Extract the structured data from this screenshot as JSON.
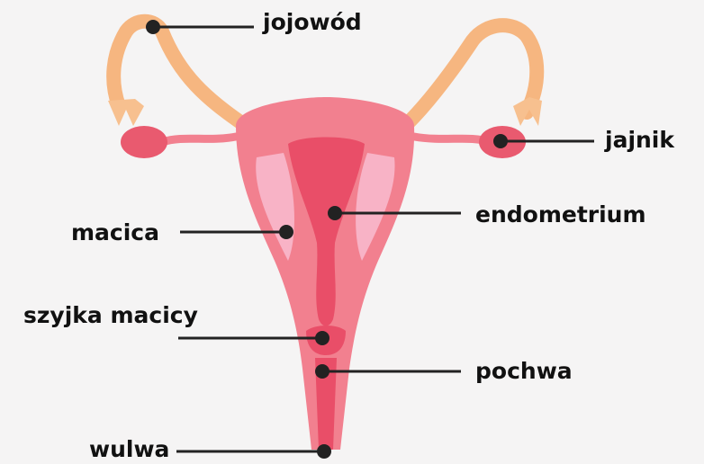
{
  "labels": {
    "fallopian_tube": "jojowód",
    "ovary": "jajnik",
    "uterus": "macica",
    "endometrium": "endometrium",
    "cervix": "szyjka macicy",
    "vagina": "pochwa",
    "vulva": "wulwa"
  },
  "colors": {
    "background": "#f5f4f4",
    "body": "#f2808f",
    "body_dark": "#e94e68",
    "lining_light": "#f8b3c6",
    "tube": "#f6b680",
    "ovary": "#e95a6f",
    "leader": "#222222"
  }
}
